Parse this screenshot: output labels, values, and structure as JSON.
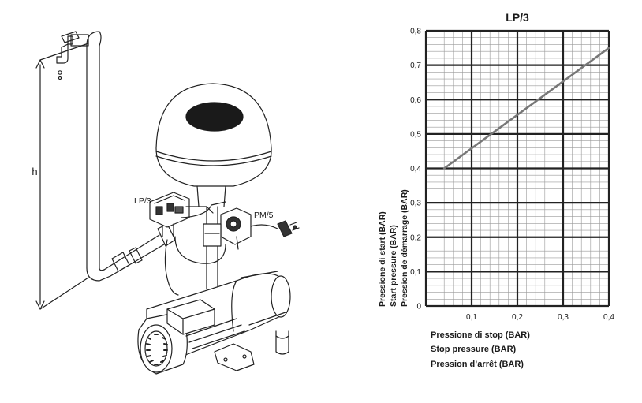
{
  "illustration": {
    "height_label": "h",
    "switch_label": "LP/3",
    "plug_label": "PM/5"
  },
  "chart_data": {
    "type": "line",
    "title": "LP/3",
    "xlabel_lines": [
      "Pressione di stop (BAR)",
      "Stop pressure (BAR)",
      "Pression d’arrêt (BAR)"
    ],
    "ylabel_lines": [
      "Pressione di start (BAR)",
      "Start pressure (BAR)",
      "Pression de démarrage (BAR)"
    ],
    "xlim": [
      0,
      0.4
    ],
    "ylim": [
      0,
      0.8
    ],
    "x_ticks": [
      "0",
      "0,1",
      "0,2",
      "0,3",
      "0,4"
    ],
    "y_ticks": [
      "0",
      "0,1",
      "0,2",
      "0,3",
      "0,4",
      "0,5",
      "0,6",
      "0,7",
      "0,8"
    ],
    "grid": true,
    "series": [
      {
        "x": [
          0.04,
          0.4
        ],
        "y": [
          0.4,
          0.75
        ]
      }
    ],
    "colors": {
      "grid": "#222222",
      "line": "#777777"
    }
  }
}
